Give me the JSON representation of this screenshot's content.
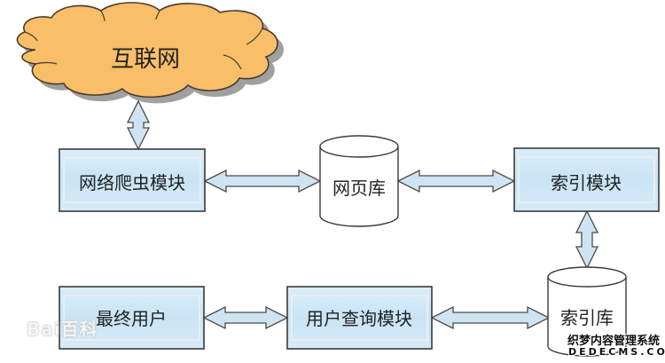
{
  "diagram": {
    "title": "",
    "colors": {
      "cloud_fill": "#F8BE68",
      "cloud_stroke": "#4a3a2a",
      "cloud_shadow": "#8f8f8f",
      "box_fill": "#cfe6f5",
      "box_stroke": "#3a3a3a",
      "cylinder_fill": "#ffffff",
      "cylinder_stroke": "#3a3a3a",
      "arrow_fill": "#cfe4f2",
      "arrow_stroke": "#4a4a4a"
    },
    "nodes": [
      {
        "id": "internet",
        "type": "cloud",
        "label": "互联网"
      },
      {
        "id": "crawler",
        "type": "box",
        "label": "网络爬虫模块"
      },
      {
        "id": "page_db",
        "type": "cylinder",
        "label": "网页库"
      },
      {
        "id": "indexer",
        "type": "box",
        "label": "索引模块"
      },
      {
        "id": "index_db",
        "type": "cylinder",
        "label": "索引库"
      },
      {
        "id": "end_user",
        "type": "box",
        "label": "最终用户"
      },
      {
        "id": "query",
        "type": "box",
        "label": "用户查询模块"
      }
    ],
    "edges": [
      {
        "from": "internet",
        "to": "crawler",
        "direction": "bidirectional"
      },
      {
        "from": "crawler",
        "to": "page_db",
        "direction": "bidirectional"
      },
      {
        "from": "page_db",
        "to": "indexer",
        "direction": "bidirectional"
      },
      {
        "from": "indexer",
        "to": "index_db",
        "direction": "bidirectional"
      },
      {
        "from": "end_user",
        "to": "query",
        "direction": "bidirectional"
      },
      {
        "from": "query",
        "to": "index_db",
        "direction": "bidirectional"
      }
    ]
  },
  "watermarks": {
    "baidu": "Bai百科",
    "dede_cn": "织梦内容管理系统",
    "dede_en": "DEDECMS.COM"
  }
}
